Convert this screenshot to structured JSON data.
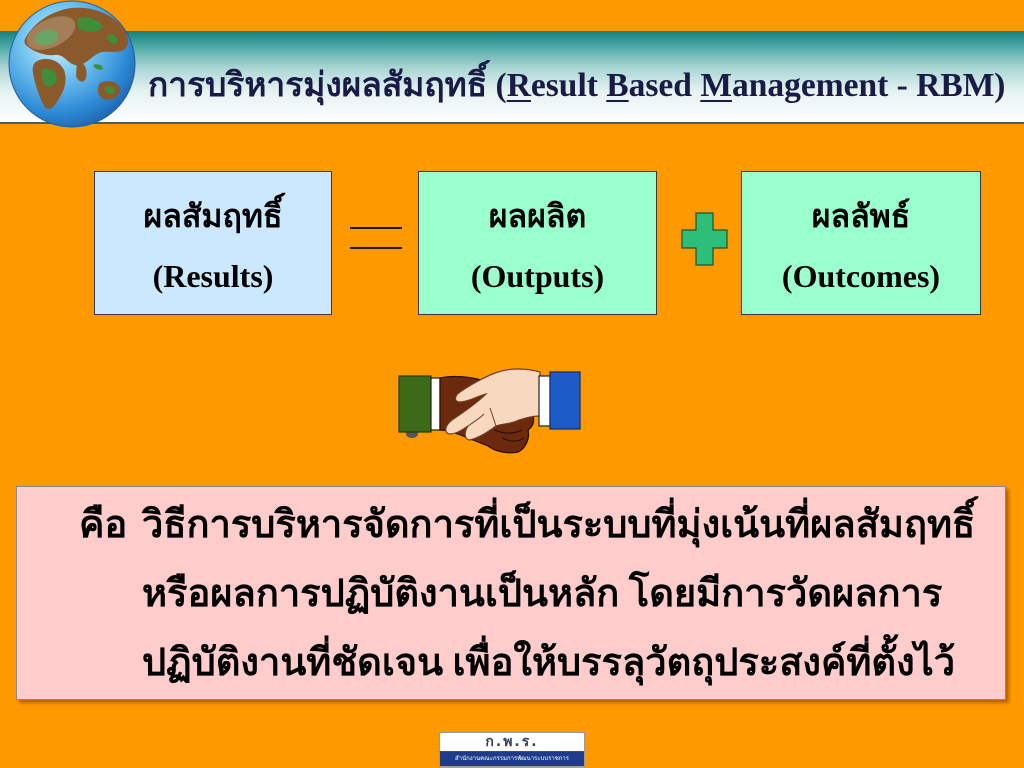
{
  "slide": {
    "background_color": "#FF9900",
    "title_bar": {
      "icon": "globe-icon",
      "title": {
        "thai": "การบริหารมุ่งผลสัมฤทธิ์ (",
        "words": [
          "Result",
          "Based",
          "Management"
        ],
        "suffix": "- RBM)"
      }
    },
    "equation": {
      "results": {
        "label_thai": "ผลสัมฤทธิ์",
        "label_english": "(Results)",
        "fill": "#CCE8FF"
      },
      "operator_1": "equals-sign-icon",
      "outputs": {
        "label_thai": "ผลผลิต",
        "label_english": "(Outputs)",
        "fill": "#99FFCC"
      },
      "operator_2": "plus-sign-icon",
      "outcomes": {
        "label_thai": "ผลลัพธ์",
        "label_english": "(Outcomes)",
        "fill": "#99FFCC"
      },
      "plus_color": "#2DBF78"
    },
    "illustration": {
      "icon": "handshake-icon"
    },
    "definition": {
      "label": "คือ",
      "lines": [
        "วิธีการบริหารจัดการที่เป็นระบบที่มุ่งเน้นที่ผลสัมฤทธิ์",
        "หรือผลการปฏิบัติงานเป็นหลัก โดยมีการวัดผลการ",
        "ปฏิบัติงานที่ชัดเจน เพื่อให้บรรลุวัตถุประสงค์ที่ตั้งไว้"
      ],
      "fill": "#FFCCCC"
    },
    "footer_logo": {
      "abbr": "ก.พ.ร.",
      "org_name": "สำนักงานคณะกรรมการพัฒนาระบบราชการ",
      "bar_color": "#1F3C8C"
    }
  }
}
